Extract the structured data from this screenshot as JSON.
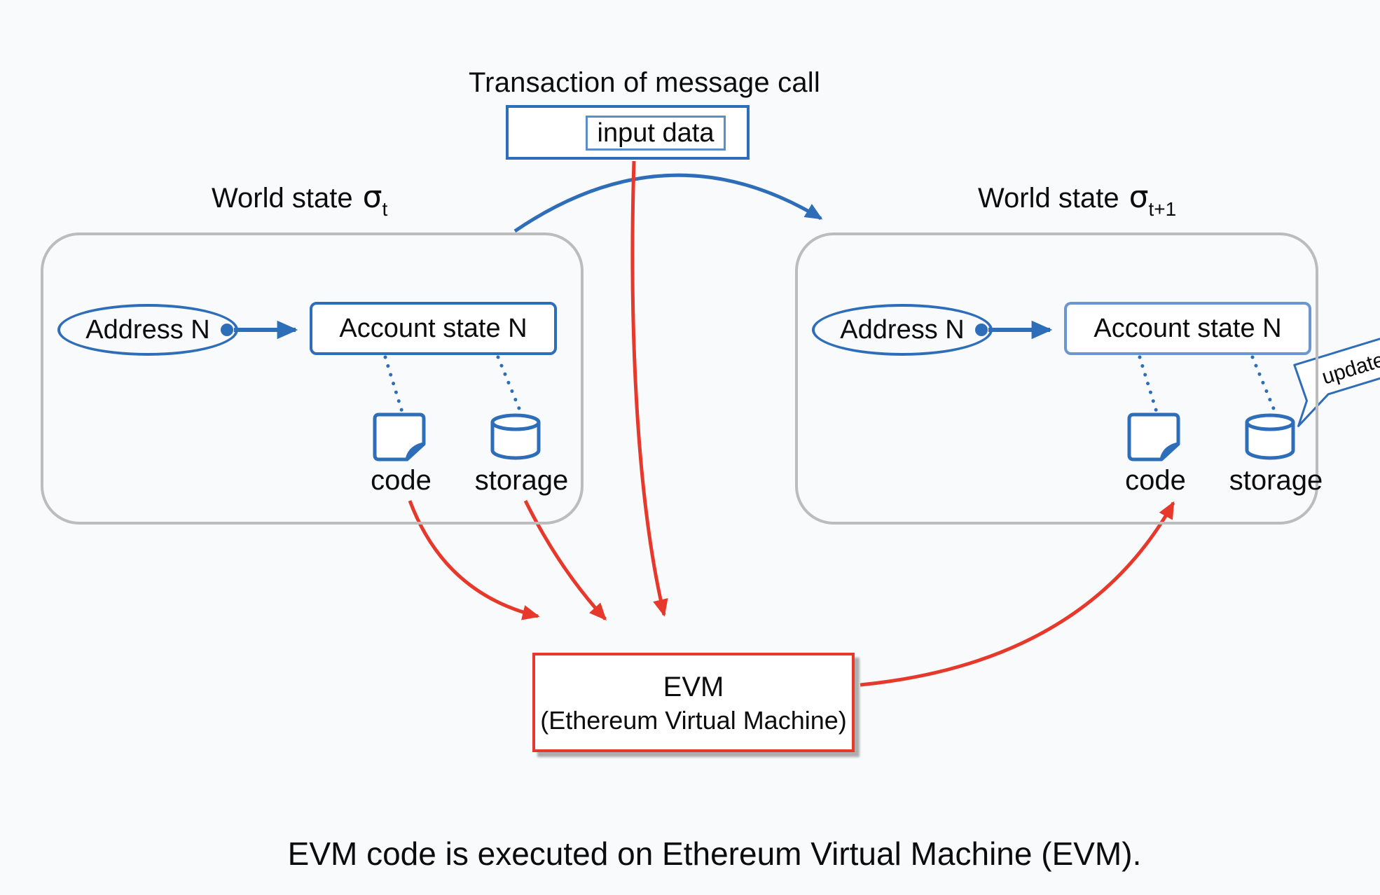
{
  "palette": {
    "blue": "#2e6db8",
    "light_blue": "#6b96cf",
    "red": "#e6392b",
    "border_gray": "#bcbcbc",
    "background": "#f9fafc"
  },
  "title": "Transaction of message call",
  "transaction_box": {
    "input_label": "input data"
  },
  "world_state_left": {
    "label_prefix": "World state",
    "sigma": "σ",
    "subscript": "t",
    "address_label": "Address N",
    "account_label": "Account state N",
    "code_label": "code",
    "storage_label": "storage"
  },
  "world_state_right": {
    "label_prefix": "World state",
    "sigma": "σ",
    "subscript": "t+1",
    "address_label": "Address N",
    "account_label": "Account state N",
    "code_label": "code",
    "storage_label": "storage",
    "update_label": "update"
  },
  "evm_box": {
    "line1": "EVM",
    "line2": "(Ethereum Virtual Machine)"
  },
  "caption": "EVM code is executed on Ethereum Virtual Machine (EVM).",
  "icons": {
    "code": "document-note-icon",
    "storage": "database-cylinder-icon",
    "update": "speech-bubble-callout"
  }
}
